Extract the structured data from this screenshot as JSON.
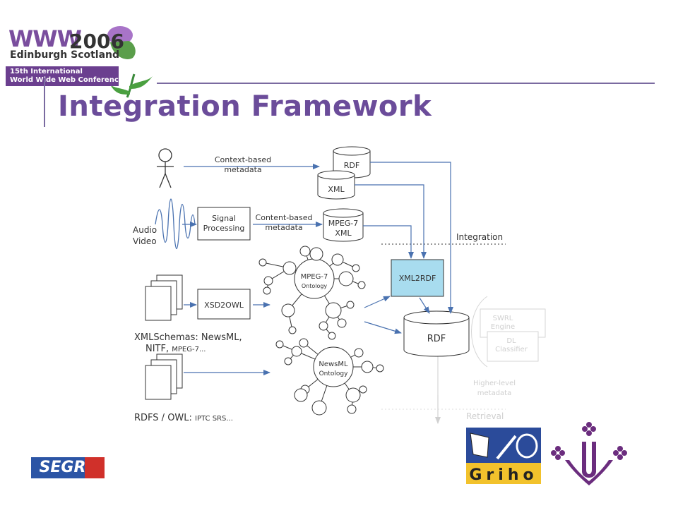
{
  "header": {
    "conference_logo": {
      "www": "WWW",
      "year": "2006",
      "place": "Edinburgh Scotland",
      "line1": "15th International",
      "line2": "World Wide Web Conference"
    },
    "title": "Integration Framework"
  },
  "diagram": {
    "context_label_1": "Context-based",
    "context_label_2": "metadata",
    "rdf_top": "RDF",
    "xml_top": "XML",
    "audio": "Audio",
    "video": "Video",
    "signal_1": "Signal",
    "signal_2": "Processing",
    "content_label_1": "Content-based",
    "content_label_2": "metadata",
    "mpeg7xml_1": "MPEG-7",
    "mpeg7xml_2": "XML",
    "integration": "Integration",
    "mpeg7_ont_1": "MPEG-7",
    "mpeg7_ont_2": "Ontology",
    "xsd2owl": "XSD2OWL",
    "xml2rdf": "XML2RDF",
    "rdf_main": "RDF",
    "swrl_1": "SWRL",
    "swrl_2": "Engine",
    "dl_1": "DL",
    "dl_2": "Classifier",
    "newsml_ont_1": "NewsML",
    "newsml_ont_2": "Ontology",
    "xmlschemas_1": "XMLSchemas: NewsML,",
    "xmlschemas_2a": "NITF, ",
    "xmlschemas_2b": "MPEG-7...",
    "rdfs_a": "RDFS / OWL: ",
    "rdfs_b": "IPTC SRS...",
    "higher_1": "Higher-level",
    "higher_2": "metadata",
    "retrieval": "Retrieval"
  },
  "footer": {
    "segre": "SEGRE",
    "griho": "Griho"
  },
  "colors": {
    "title": "#6b4c9a",
    "arrow": "#4a72b0",
    "xml2rdf_fill": "#a8dcef",
    "faded": "#c8c8c8"
  }
}
